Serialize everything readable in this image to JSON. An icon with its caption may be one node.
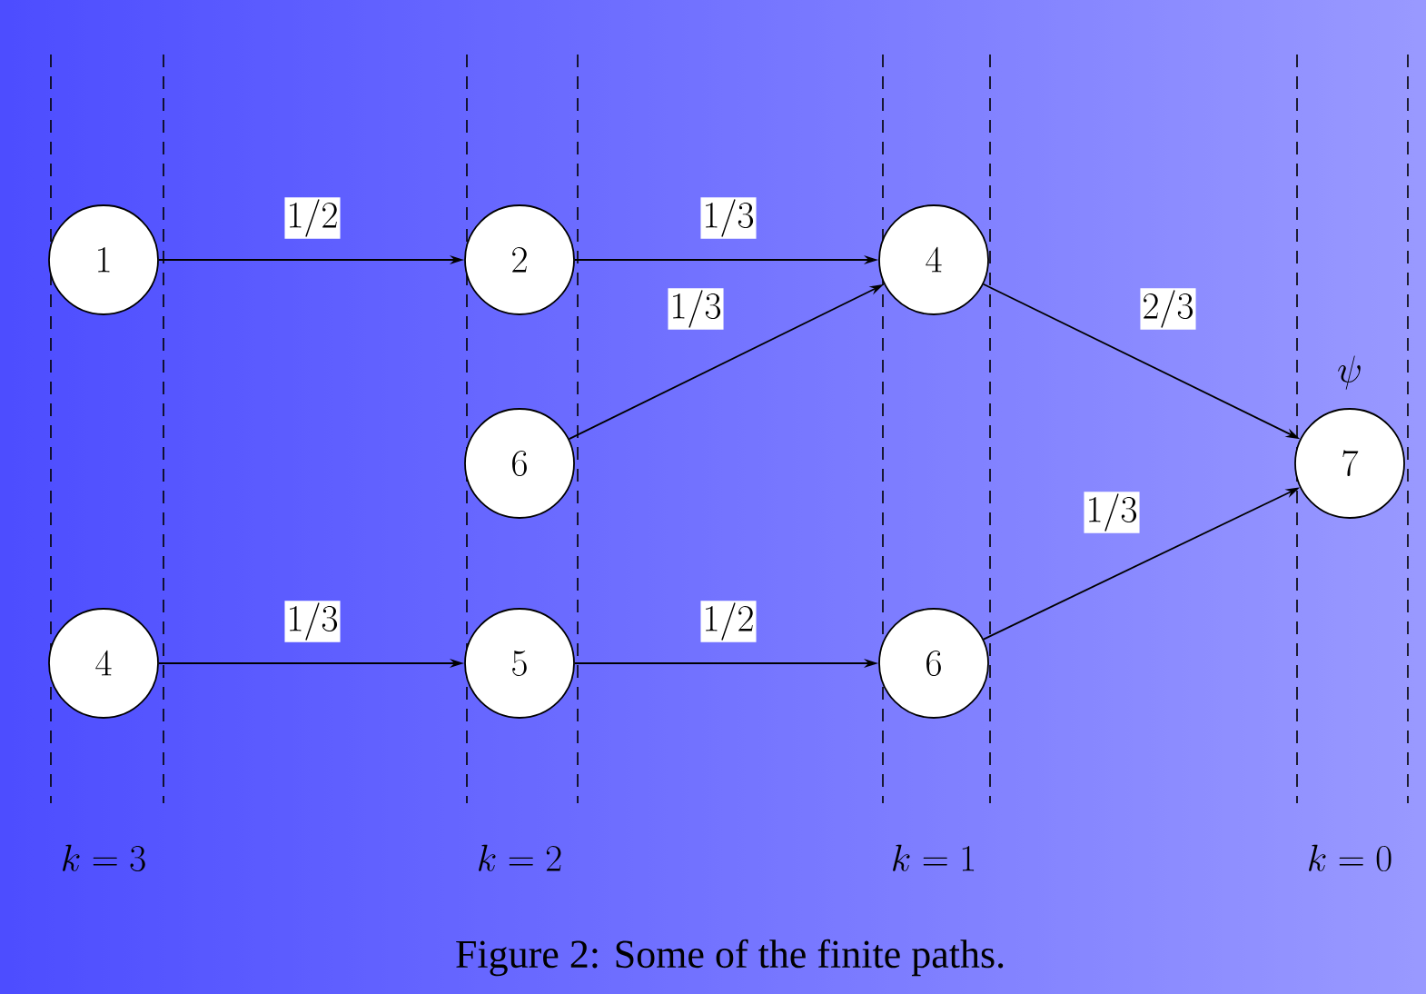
{
  "diagram": {
    "caption": "Figure 2: Some of the finite paths.",
    "nodes": [
      {
        "text": [
          "1"
        ]
      },
      {
        "text": [
          "2"
        ]
      },
      {
        "text": [
          "4"
        ]
      },
      {
        "text": [
          "6"
        ]
      },
      {
        "text": [
          "7"
        ],
        "beside": [
          "\\psi"
        ]
      },
      {
        "text": [
          "4"
        ]
      },
      {
        "text": [
          "5"
        ]
      },
      {
        "text": [
          "6"
        ]
      }
    ],
    "edges": [
      {
        "from": 0,
        "to": 1,
        "arrow": "to",
        "label": "1/2"
      },
      {
        "from": 1,
        "to": 2,
        "arrow": "to",
        "label": "1/3"
      },
      {
        "from": 3,
        "to": 2,
        "arrow": "to",
        "label": "1/3"
      },
      {
        "from": 2,
        "to": 4,
        "arrow": "to",
        "label": "2/3"
      },
      {
        "from": 7,
        "to": 4,
        "arrow": "to",
        "label": "1/3"
      },
      {
        "from": 5,
        "to": 6,
        "arrow": "to",
        "label": "1/3"
      },
      {
        "from": 6,
        "to": 7,
        "arrow": "to",
        "label": "1/2"
      }
    ],
    "labels": [
      "k=3",
      "k=2",
      "k=1",
      "k=0"
    ]
  }
}
